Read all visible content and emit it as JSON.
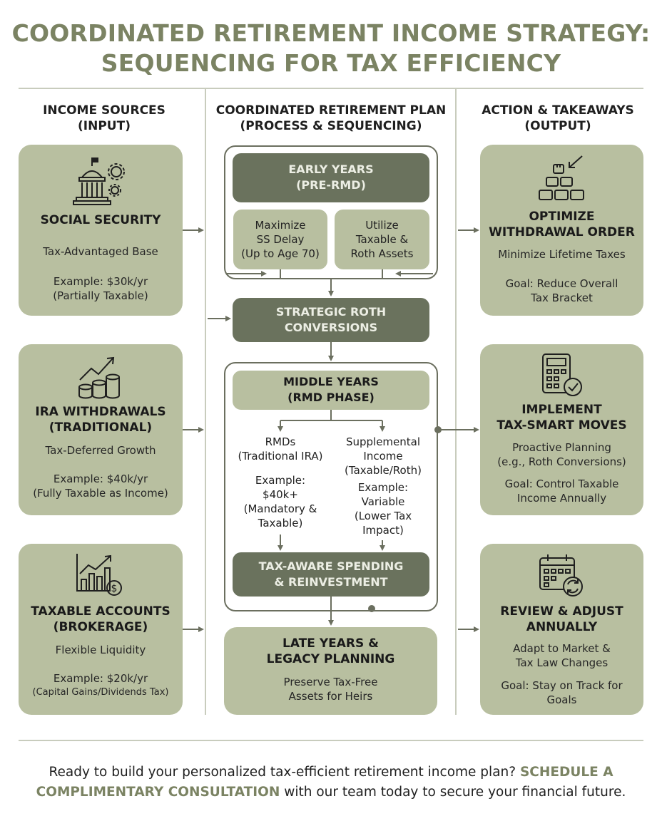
{
  "title": {
    "line1": "COORDINATED RETIREMENT INCOME STRATEGY:",
    "line2": "SEQUENCING FOR TAX EFFICIENCY"
  },
  "columns": {
    "left": {
      "line1": "INCOME SOURCES",
      "line2": "(INPUT)"
    },
    "middle": {
      "line1": "COORDINATED RETIREMENT PLAN",
      "line2": "(PROCESS & SEQUENCING)"
    },
    "right": {
      "line1": "ACTION & TAKEAWAYS",
      "line2": "(OUTPUT)"
    }
  },
  "sources": [
    {
      "icon": "capitol-gears-icon",
      "title_1": "SOCIAL SECURITY",
      "title_2": "",
      "desc": "Tax-Advantaged Base",
      "ex_1": "Example: $30k/yr",
      "ex_2": "(Partially Taxable)"
    },
    {
      "icon": "coins-growth-icon",
      "title_1": "IRA WITHDRAWALS",
      "title_2": "(TRADITIONAL)",
      "desc": "Tax-Deferred Growth",
      "ex_1": "Example: $40k/yr",
      "ex_2": "(Fully Taxable as Income)"
    },
    {
      "icon": "bar-chart-dollar-icon",
      "title_1": "TAXABLE ACCOUNTS",
      "title_2": "(BROKERAGE)",
      "desc": "Flexible Liquidity",
      "ex_1": "Example: $20k/yr",
      "ex_2": "(Capital Gains/Dividends Tax)"
    }
  ],
  "plan": {
    "early": {
      "line1": "EARLY YEARS",
      "line2": "(PRE-RMD)"
    },
    "early_left": [
      "Maximize",
      "SS Delay",
      "(Up to Age 70)"
    ],
    "early_right": [
      "Utilize",
      "Taxable &",
      "Roth Assets"
    ],
    "roth": {
      "line1": "STRATEGIC ROTH",
      "line2": "CONVERSIONS"
    },
    "middle": {
      "line1": "MIDDLE YEARS",
      "line2": "(RMD PHASE)"
    },
    "middle_left": [
      "RMDs",
      "(Traditional IRA)",
      "",
      "Example:",
      "$40k+",
      "(Mandatory &",
      "Taxable)"
    ],
    "middle_right": [
      "Supplemental",
      "Income",
      "(Taxable/Roth)",
      "Example:",
      "Variable",
      "(Lower Tax",
      "Impact)"
    ],
    "spending": {
      "line1": "TAX-AWARE SPENDING",
      "line2": "& REINVESTMENT"
    },
    "late": {
      "line1": "LATE YEARS &",
      "line2": "LEGACY PLANNING",
      "desc_1": "Preserve Tax-Free",
      "desc_2": "Assets for Heirs"
    }
  },
  "actions": [
    {
      "icon": "blocks-arrow-icon",
      "title_1": "OPTIMIZE",
      "title_2": "WITHDRAWAL ORDER",
      "desc": "Minimize Lifetime Taxes",
      "goal_1": "Goal: Reduce Overall",
      "goal_2": "Tax Bracket"
    },
    {
      "icon": "calculator-check-icon",
      "title_1": "IMPLEMENT",
      "title_2": "TAX-SMART MOVES",
      "desc_1": "Proactive Planning",
      "desc_2": "(e.g., Roth Conversions)",
      "goal_1": "Goal: Control Taxable",
      "goal_2": "Income Annually"
    },
    {
      "icon": "calendar-refresh-icon",
      "title_1": "REVIEW & ADJUST",
      "title_2": "ANNUALLY",
      "desc_1": "Adapt to Market &",
      "desc_2": "Tax Law Changes",
      "goal_1": "Goal: Stay on Track for",
      "goal_2": "Goals"
    }
  ],
  "cta": {
    "pre": "Ready to build your personalized tax-efficient retirement income plan? ",
    "highlight": "SCHEDULE A COMPLIMENTARY CONSULTATION",
    "post": " with our team today to secure your financial future."
  },
  "colors": {
    "accent": "#7b8363",
    "card": "#b8bfa0",
    "dark": "#6a725d",
    "line": "#c8ccbd",
    "arrow": "#6b6f5f"
  }
}
